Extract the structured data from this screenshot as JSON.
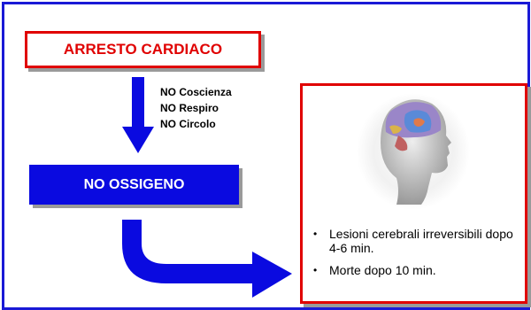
{
  "diagram": {
    "box_arresto": "ARRESTO CARDIACO",
    "no_items": [
      "NO Coscienza",
      "NO Respiro",
      "NO Circolo"
    ],
    "box_ossigeno": "NO OSSIGENO",
    "effects": [
      "Lesioni cerebrali irreversibili dopo 4-6 min.",
      "Morte dopo 10 min."
    ],
    "bullet_symbol": "•",
    "colors": {
      "frame": "#1a1ad6",
      "red": "#e00000",
      "blue": "#0a0ae0"
    },
    "icons": [
      "arrow-down-icon",
      "curved-arrow-icon",
      "brain-head-icon"
    ]
  }
}
